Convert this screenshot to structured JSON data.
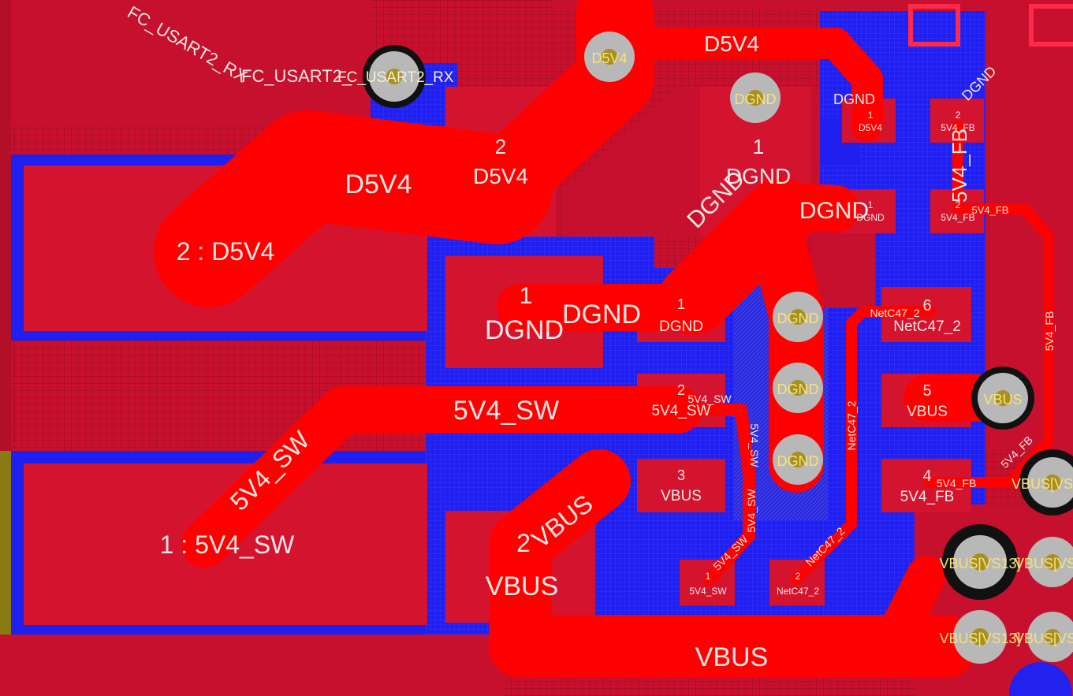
{
  "nets": {
    "usart_top": "FC_USART2_RX",
    "usart_mid": "FC_USART2_",
    "usart_via": "FC_USART2_RX",
    "d5v4": "D5V4",
    "d5v4_top": "D5V4",
    "dgnd": "DGND",
    "dgnd_tr": "DGND",
    "dgnd_blue": "DGND",
    "sw": "5V4_SW",
    "vbus": "VBUS",
    "fb": "5V4_FB",
    "netc47": "NetC47_2",
    "vbus_vs13": "VBUS[VS13]",
    "vbus_vs": "VBUS[VS"
  },
  "pads": {
    "big2_label": "2 : D5V4",
    "big1_label": "1 : 5V4_SW",
    "cap_top_num": "2",
    "cap_top_net": "D5V4",
    "cap_dgnd_num": "1",
    "cap_dgnd_net": "DGND",
    "inductor_top_num": "1",
    "inductor_top_net": "DGND",
    "vbus_cap_num": "2",
    "vbus_cap_net": "VBUS",
    "ic_pin1_num": "1",
    "ic_pin1_net": "DGND",
    "ic_pin2_num": "2",
    "ic_pin2_net": "5V4_SW",
    "ic_pin3_num": "3",
    "ic_pin3_net": "VBUS",
    "ic_pin4_num": "4",
    "ic_pin4_net": "5V4_FB",
    "ic_pin5_num": "5",
    "ic_pin5_net": "VBUS",
    "ic_pin6_num": "6",
    "ic_pin6_net": "NetC47_2",
    "r1_num": "1",
    "r1_net": "D5V4",
    "r2_num": "2",
    "r2_net": "5V4_FB",
    "r3_num": "1",
    "r3_net": "DGND",
    "r4_num": "2",
    "r4_net": "5V4_FB",
    "c47_1_num": "1",
    "c47_1_net": "5V4_SW",
    "c47_2_num": "2",
    "c47_2_net": "NetC47_2"
  },
  "colors": {
    "top_copper": "#d0102e",
    "pad": "#d4142f",
    "trace": "#ff0000",
    "bottom_copper": "#1f1ff0",
    "via_ring": "#b8b8b8",
    "via_hole": "#a7901f",
    "silk_text": "#f4e6e6"
  }
}
